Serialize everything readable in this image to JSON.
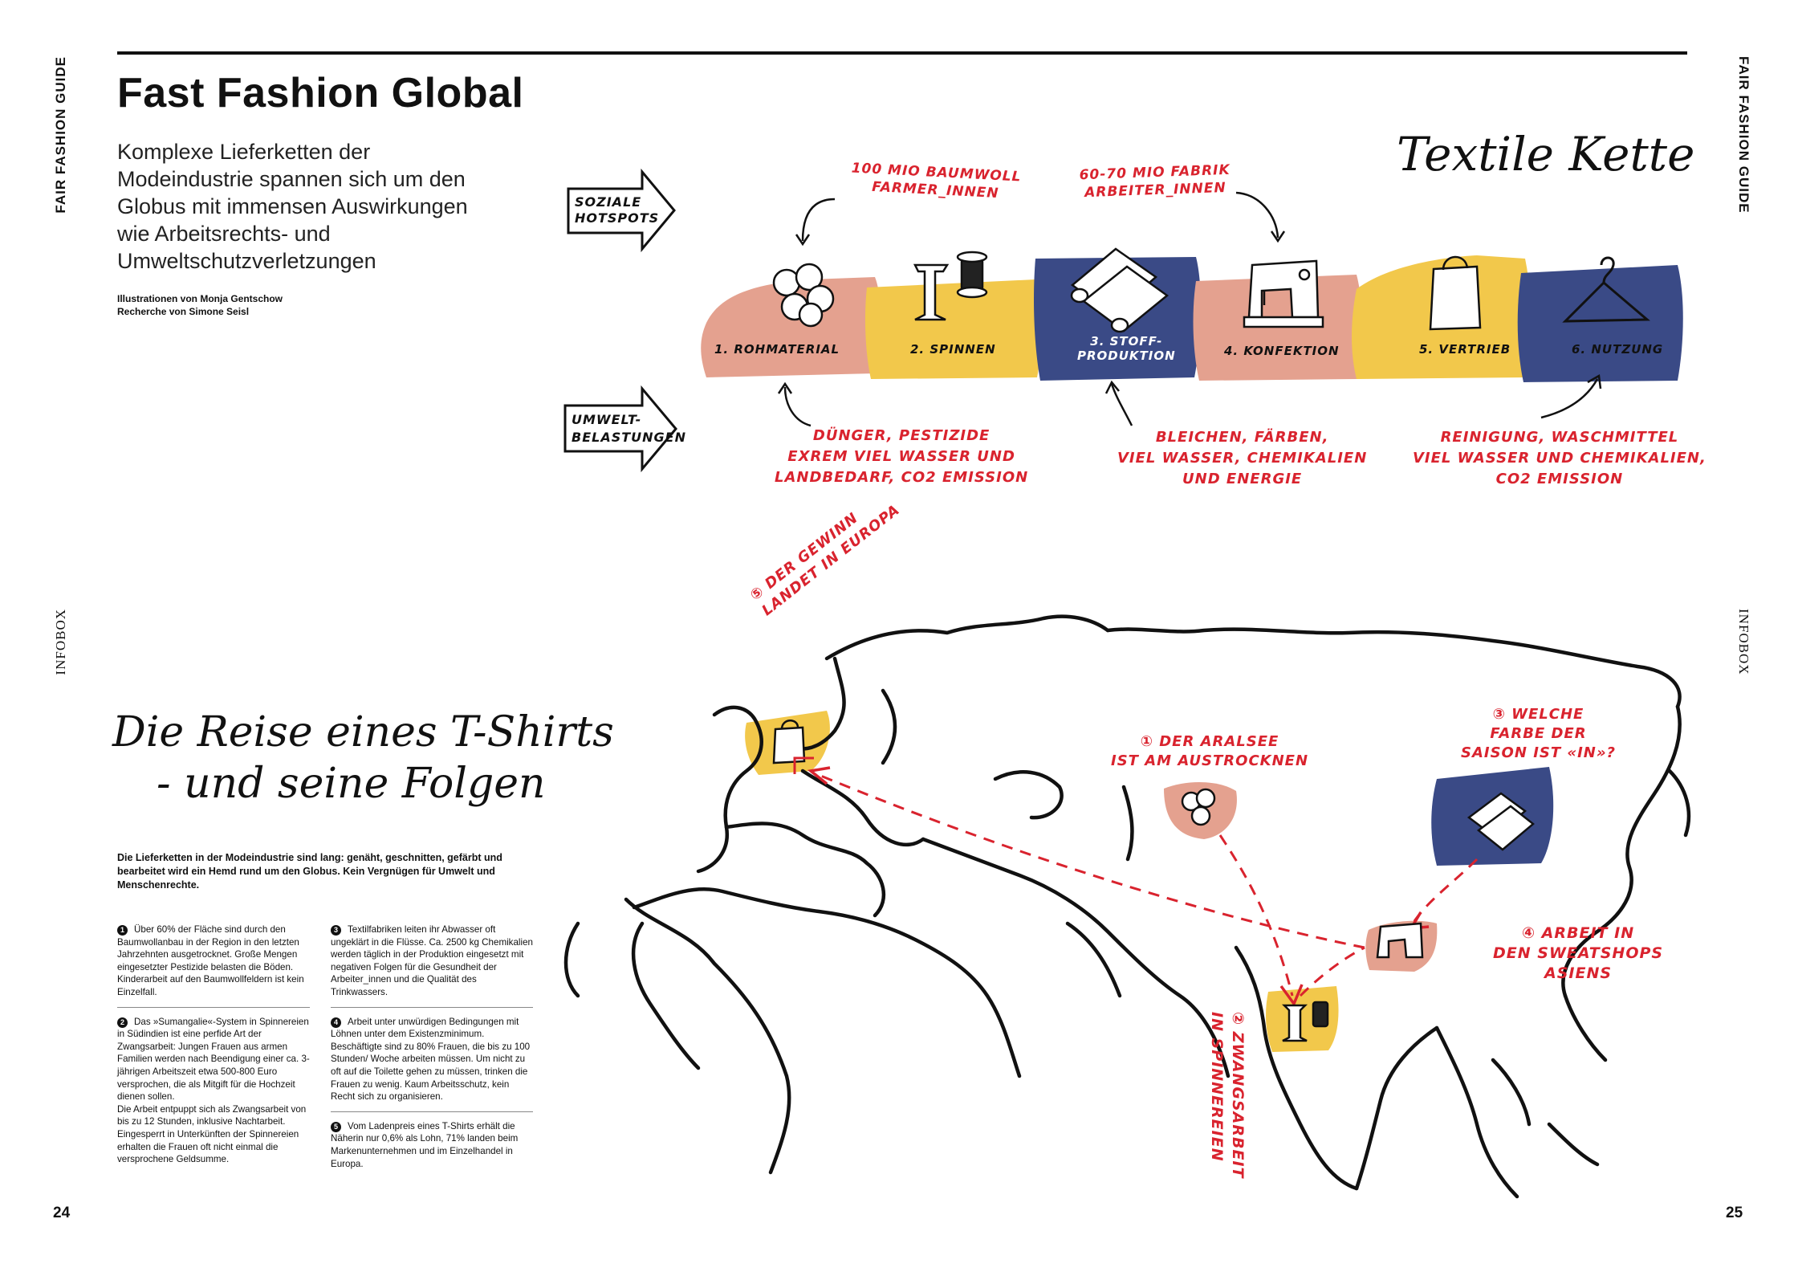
{
  "runner": {
    "left": "FAIR FASHION GUIDE",
    "right": "FAIR FASHION GUIDE"
  },
  "infobox": {
    "left": "INFOBOX",
    "right": "INFOBOX"
  },
  "page_numbers": {
    "left": "24",
    "right": "25"
  },
  "header": {
    "title": "Fast Fashion Global",
    "lead": "Komplexe Lieferketten der Modeindustrie spannen sich um den Globus mit immensen Auswirkungen wie Arbeitsrechts- und Umweltschutzverletzungen",
    "credit_illustration": "Illustrationen von Monja Gentschow",
    "credit_research": "Recherche von Simone Seisl"
  },
  "chain": {
    "title": "Textile Kette",
    "arrow_top": [
      "SOZIALE",
      "HOTSPOTS"
    ],
    "arrow_bottom": [
      "UMWELT-",
      "BELASTUNGEN"
    ],
    "top_notes": {
      "farmers": [
        "100 MIO BAUMWOLL",
        "FARMER_INNEN"
      ],
      "factory": [
        "60-70 MIO FABRIK",
        "ARBEITER_INNEN"
      ]
    },
    "steps": [
      "1. ROHMATERIAL",
      "2. SPINNEN",
      "3. STOFF-",
      "4. KONFEKTION",
      "5. VERTRIEB",
      "6. NUTZUNG"
    ],
    "step3_line2": "PRODUKTION",
    "bottom_notes": {
      "raw": [
        "DÜNGER, PESTIZIDE",
        "EXREM VIEL WASSER UND",
        "LANDBEDARF, CO2 EMISSION"
      ],
      "fabric": [
        "BLEICHEN, FÄRBEN,",
        "VIEL WASSER, CHEMIKALIEN",
        "UND ENERGIE"
      ],
      "use": [
        "REINIGUNG, WASCHMITTEL",
        "VIEL WASSER UND CHEMIKALIEN,",
        "CO2 EMISSION"
      ]
    },
    "colors": {
      "pink": "#e4a18f",
      "yellow": "#f2c84b",
      "blue": "#3a4a86",
      "red": "#d9232e"
    }
  },
  "map": {
    "title_line1": "Die Reise eines T-Shirts",
    "title_line2": "- und seine Folgen",
    "label5": [
      "⑤ DER GEWINN",
      "LANDET IN EUROPA"
    ],
    "label1": [
      "① DER ARALSEE",
      "IST AM AUSTROCKNEN"
    ],
    "label3": [
      "③ WELCHE",
      "FARBE DER",
      "SAISON IST «IN»?"
    ],
    "label4": [
      "④ ARBEIT IN",
      "DEN SWEATSHOPS",
      "ASIENS"
    ],
    "label2": [
      "② ZWANGSARBEIT",
      "IN SPINNEREIEN"
    ]
  },
  "intro": "Die Lieferketten in der Modeindustrie sind lang: genäht, geschnitten, gefärbt und bearbeitet wird ein Hemd rund um den Globus. Kein Vergnügen für Umwelt und Menschenrechte.",
  "items": [
    {
      "num": "1",
      "text": "Über 60% der Fläche sind durch den Baumwollanbau in der Region in den letzten Jahrzehnten ausgetrocknet. Große Mengen eingesetzter Pestizide belasten die Böden. Kinderarbeit auf den Baumwollfeldern ist kein Einzelfall."
    },
    {
      "num": "2",
      "text": "Das »Sumangalie«-System in Spinnereien in Südindien ist eine perfide Art der Zwangsarbeit: Jungen Frauen aus armen Familien werden nach Beendigung einer ca. 3-jährigen Arbeitszeit etwa 500-800 Euro versprochen, die als Mitgift für die Hochzeit dienen sollen.",
      "text2": "Die Arbeit entpuppt sich als Zwangsarbeit von bis zu 12 Stunden, inklusive Nachtarbeit. Eingesperrt in Unterkünften der Spinnereien erhalten die Frauen oft nicht einmal die versprochene Geldsumme."
    },
    {
      "num": "3",
      "text": "Textilfabriken leiten ihr Abwasser oft ungeklärt in die Flüsse. Ca. 2500 kg Chemikalien werden täglich in der Produktion eingesetzt mit negativen Folgen für die Gesundheit der Arbeiter_innen und die Qualität des Trinkwassers."
    },
    {
      "num": "4",
      "text": "Arbeit unter unwürdigen Bedingungen mit Löhnen unter dem Existenzminimum. Beschäftigte sind zu 80% Frauen, die bis zu 100 Stunden/ Woche arbeiten müssen. Um nicht zu oft auf die Toilette gehen zu müssen, trinken die Frauen zu wenig. Kaum Arbeitsschutz, kein Recht sich zu organisieren."
    },
    {
      "num": "5",
      "text": "Vom Ladenpreis eines T-Shirts erhält die Näherin nur 0,6% als Lohn, 71% landen beim Markenunternehmen und im Einzelhandel in Europa."
    }
  ]
}
